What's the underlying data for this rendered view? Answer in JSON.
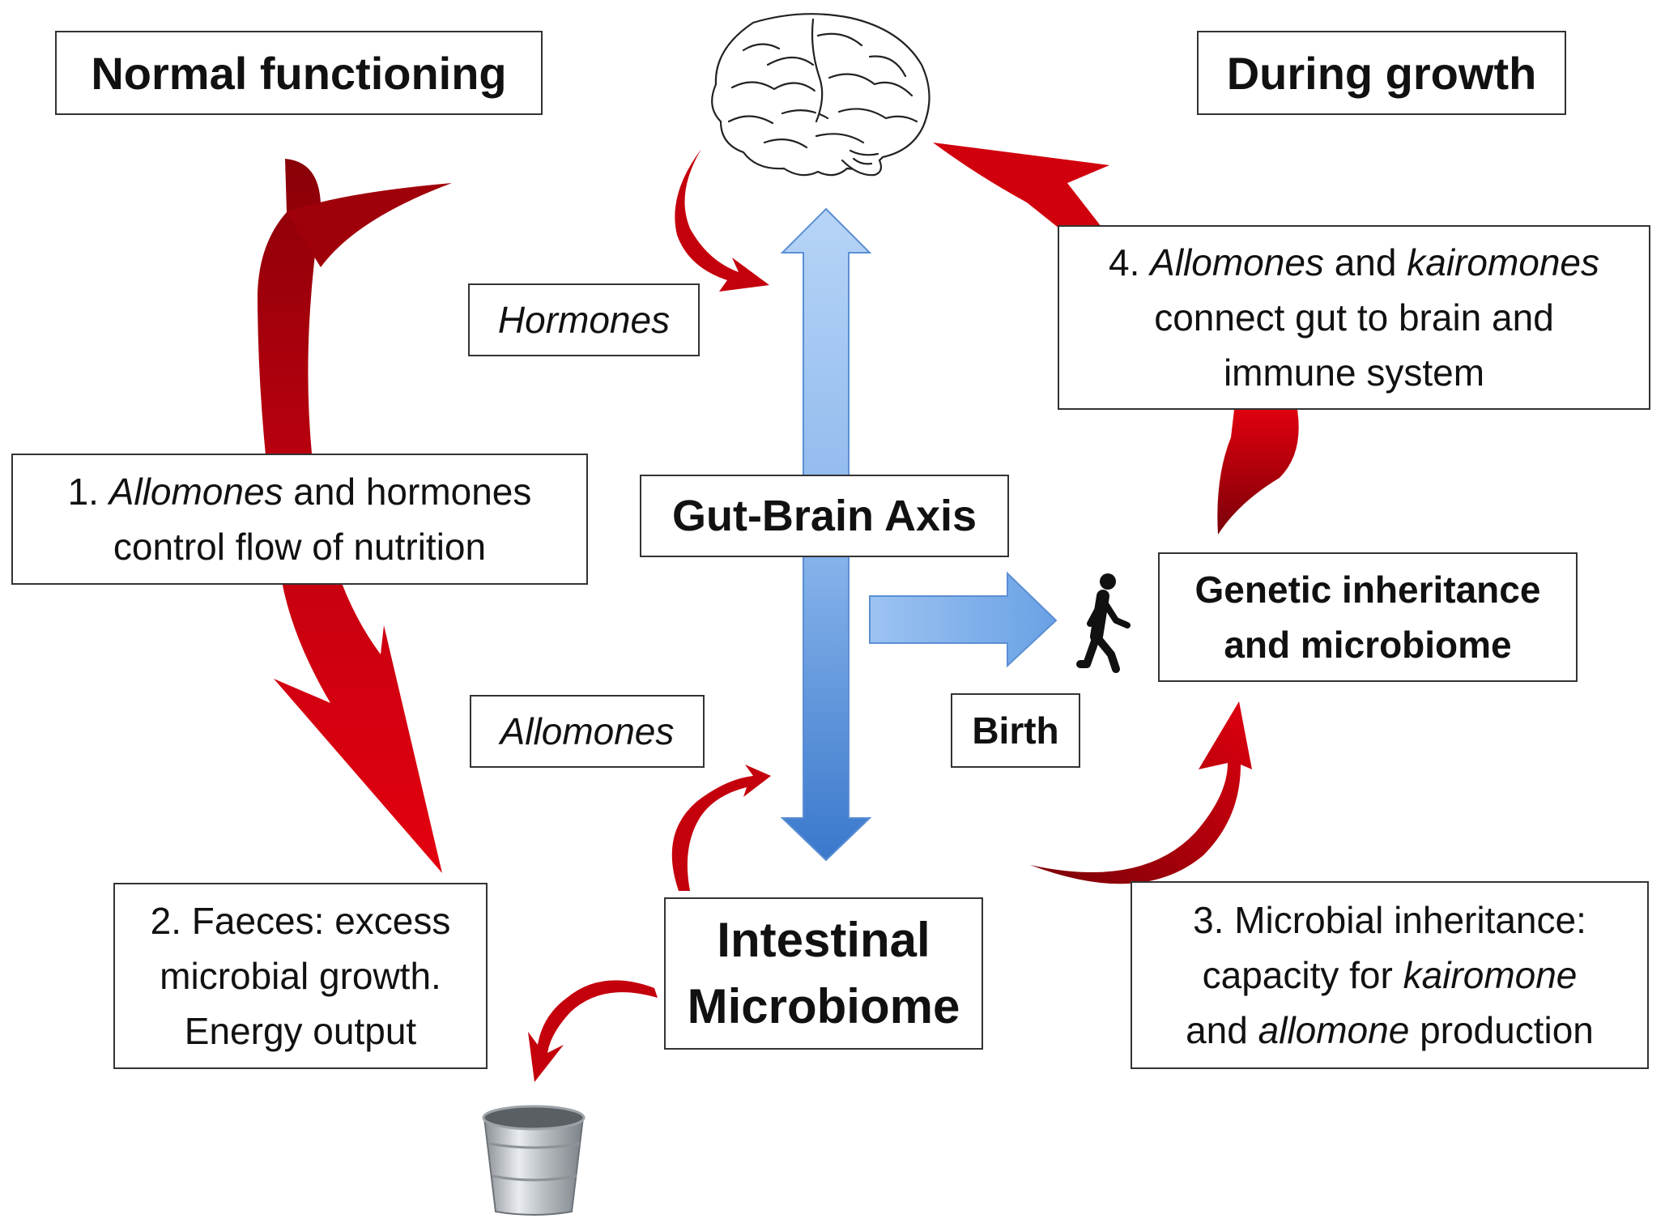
{
  "titles": {
    "normal_functioning": "Normal functioning",
    "during_growth": "During growth"
  },
  "center": {
    "gut_brain_axis": "Gut-Brain Axis",
    "intestinal_line1": "Intestinal",
    "intestinal_line2": "Microbiome"
  },
  "labels": {
    "hormones": "Hormones",
    "allomones": "Allomones",
    "birth": "Birth"
  },
  "steps": {
    "step1": {
      "l1_num": "1. ",
      "l1_it": "Allomones",
      "l1_rest": " and hormones",
      "l2": "control flow of nutrition"
    },
    "step2": {
      "l1": "2. Faeces: excess",
      "l2": "microbial growth.",
      "l3": "Energy output"
    },
    "step3": {
      "l1": "3. Microbial inheritance:",
      "l2_a": "capacity for ",
      "l2_it": "kairomone",
      "l3_a": "and ",
      "l3_it": "allomone",
      "l3_b": " production"
    },
    "step4": {
      "l1_num": "4. ",
      "l1_it1": "Allomones",
      "l1_mid": " and ",
      "l1_it2": "kairomones",
      "l2": "connect gut to brain and",
      "l3": "immune system"
    }
  },
  "genetic": {
    "l1": "Genetic inheritance",
    "l2": "and microbiome"
  },
  "icons": [
    "brain-icon",
    "walking-person-icon",
    "bucket-icon"
  ],
  "colors": {
    "red_arrow": "#c4000c",
    "dark_red": "#7a0008",
    "blue_arrow_light": "#a9cbf5",
    "blue_arrow_dark": "#3f7fd0",
    "box_border": "#333333"
  }
}
